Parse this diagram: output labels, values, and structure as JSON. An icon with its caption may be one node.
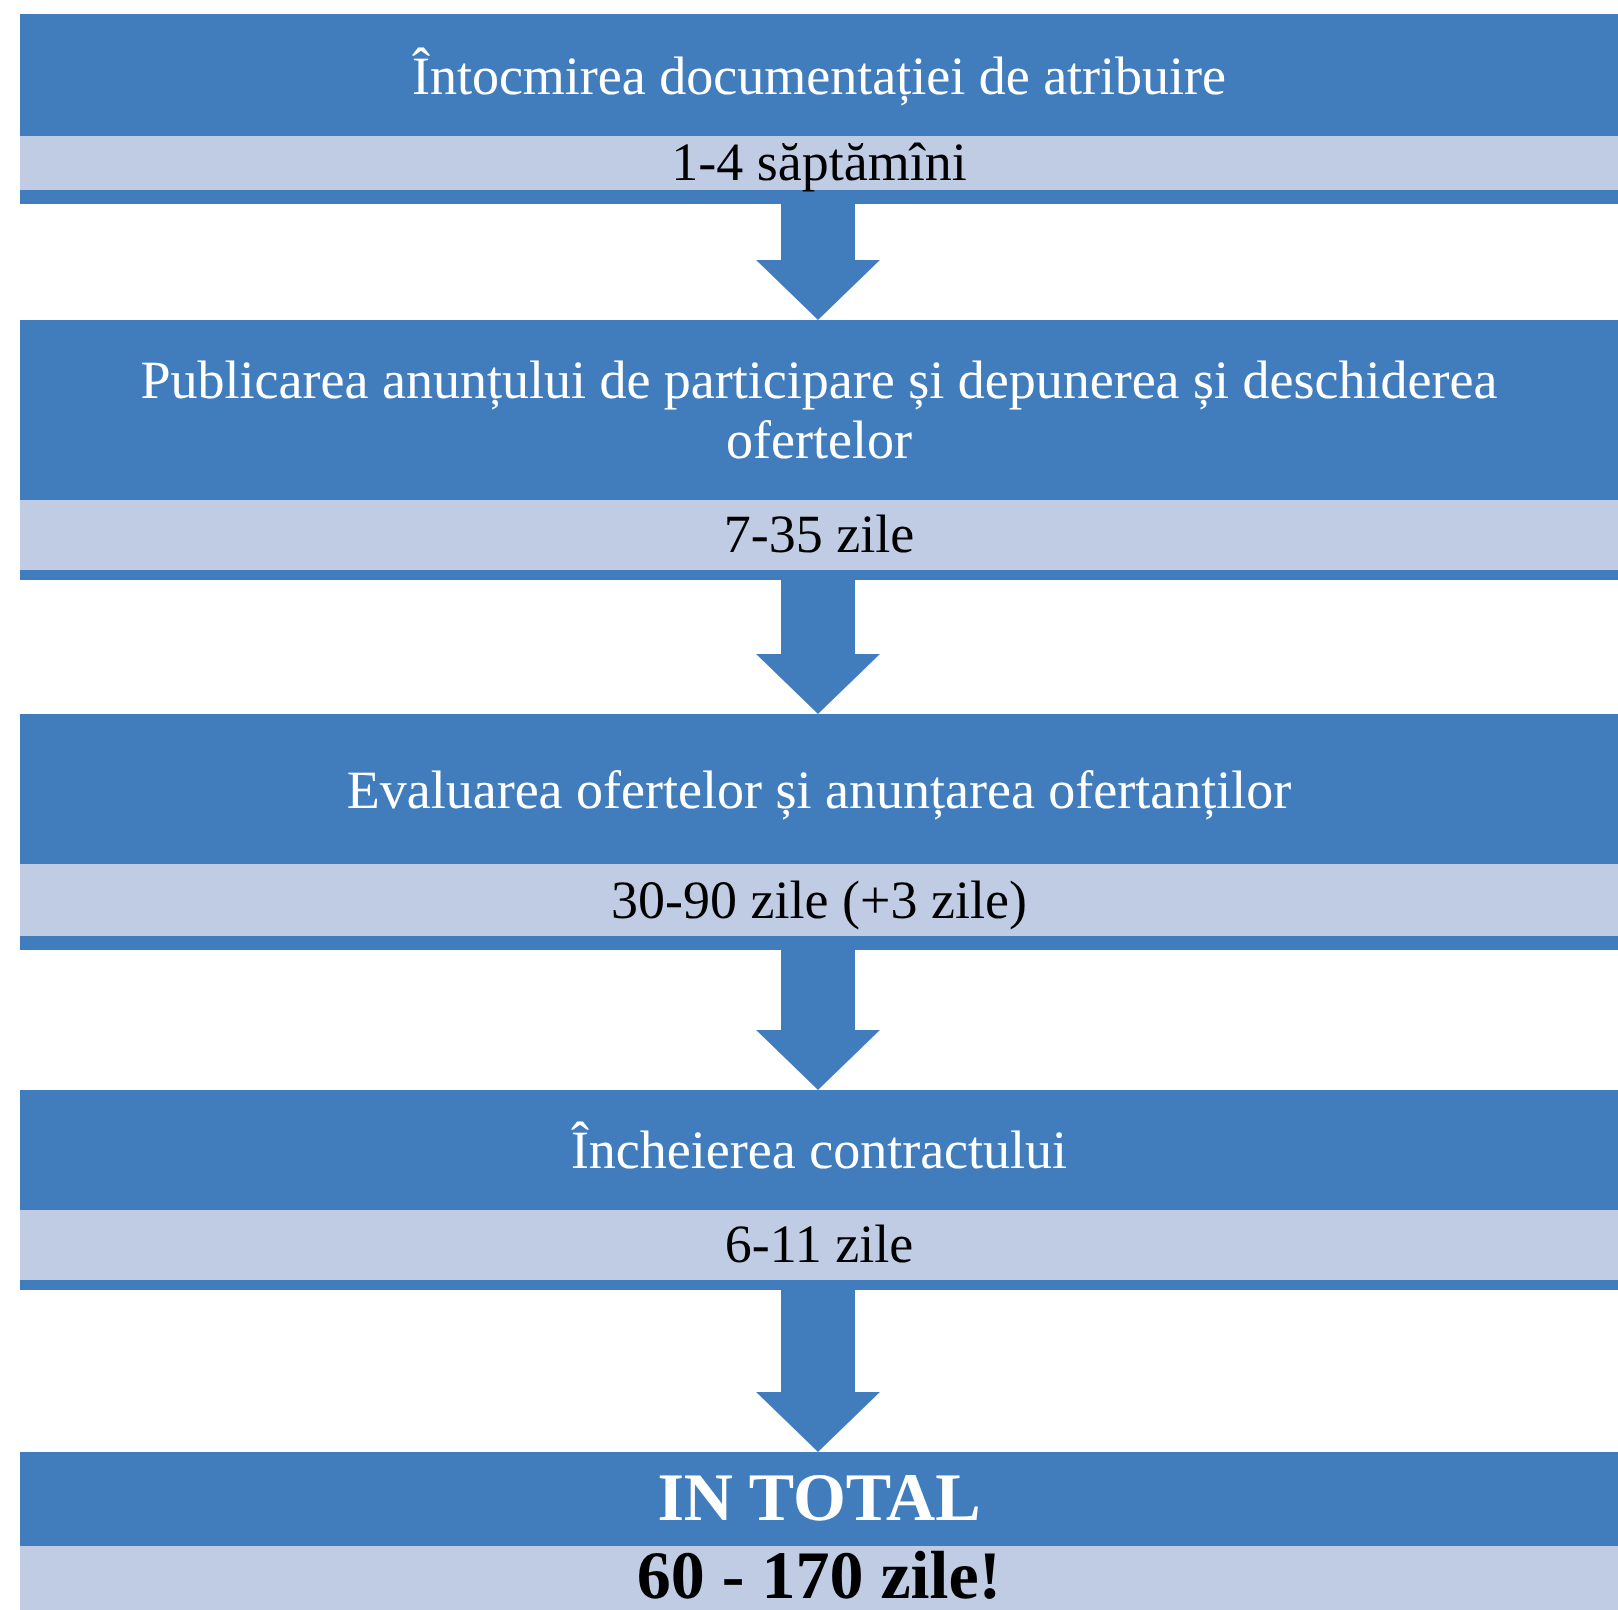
{
  "diagram": {
    "nodes": [
      {
        "text": [
          "Întocmirea documentației de atribuire",
          "1-4 săptămîni"
        ]
      },
      {
        "text": [
          "Publicarea anunțului de participare și depunerea și deschiderea ofertelor",
          "7-35 zile"
        ]
      },
      {
        "text": [
          "Evaluarea ofertelor și anunțarea ofertanților",
          "30-90 zile (+3 zile)"
        ]
      },
      {
        "text": [
          "Încheierea contractului",
          "6-11 zile"
        ]
      },
      {
        "text": [
          "IN TOTAL",
          "60 - 170 zile!"
        ]
      }
    ],
    "edges": [
      {
        "from": 0,
        "to": 1,
        "arrow": "to"
      },
      {
        "from": 1,
        "to": 2,
        "arrow": "to"
      },
      {
        "from": 2,
        "to": 3,
        "arrow": "to"
      },
      {
        "from": 3,
        "to": 4,
        "arrow": "to"
      }
    ]
  }
}
